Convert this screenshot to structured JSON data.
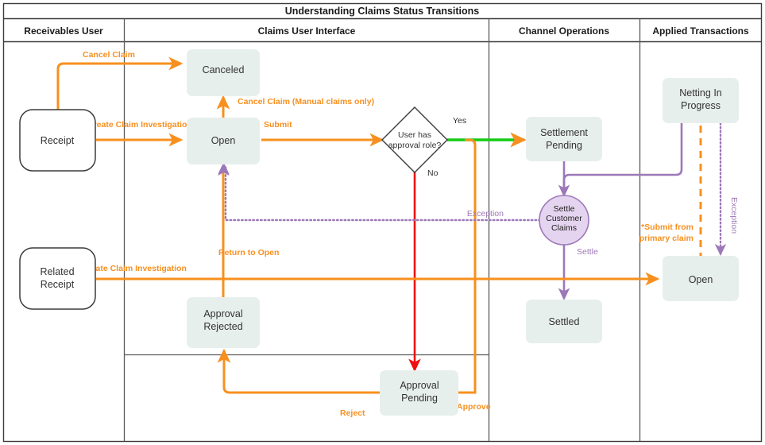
{
  "diagram": {
    "title": "Understanding Claims Status Transitions",
    "type": "swimlane-flowchart",
    "colors": {
      "node_fill": "#e7efed",
      "orange": "#f7901e",
      "green": "#14cc14",
      "red": "#ee1111",
      "purple": "#9d78b8",
      "circle_fill": "#e5d4ef",
      "border": "#3b3b3b"
    }
  },
  "lanes": [
    {
      "id": "receivables-user",
      "label": "Receivables User"
    },
    {
      "id": "claims-user-interface",
      "label": "Claims User Interface"
    },
    {
      "id": "channel-operations",
      "label": "Channel Operations"
    },
    {
      "id": "applied-transactions",
      "label": "Applied Transactions"
    }
  ],
  "nodes": [
    {
      "id": "receipt",
      "label": "Receipt",
      "shape": "terminator",
      "lane": "receivables-user"
    },
    {
      "id": "related-receipt",
      "label": "Related\nReceipt",
      "line1": "Related",
      "line2": "Receipt",
      "shape": "terminator",
      "lane": "receivables-user"
    },
    {
      "id": "canceled",
      "label": "Canceled",
      "shape": "rounded-box",
      "lane": "claims-user-interface"
    },
    {
      "id": "open-claims",
      "label": "Open",
      "shape": "rounded-box",
      "lane": "claims-user-interface"
    },
    {
      "id": "approval-rejected",
      "label": "Approval Rejected",
      "line1": "Approval",
      "line2": "Rejected",
      "shape": "rounded-box",
      "lane": "claims-user-interface"
    },
    {
      "id": "approval-pending",
      "label": "Approval Pending",
      "line1": "Approval",
      "line2": "Pending",
      "shape": "rounded-box",
      "lane": "claims-user-interface"
    },
    {
      "id": "user-has-approval-role",
      "label": "User has approval role?",
      "line1": "User has",
      "line2": "approval role?",
      "shape": "decision",
      "lane": "claims-user-interface"
    },
    {
      "id": "settlement-pending",
      "label": "Settlement Pending",
      "line1": "Settlement",
      "line2": "Pending",
      "shape": "rounded-box",
      "lane": "channel-operations"
    },
    {
      "id": "settle-customer-claims",
      "label": "Settle Customer Claims",
      "line1": "Settle",
      "line2": "Customer",
      "line3": "Claims",
      "shape": "circle",
      "lane": "channel-operations"
    },
    {
      "id": "settled",
      "label": "Settled",
      "shape": "rounded-box",
      "lane": "channel-operations"
    },
    {
      "id": "netting-in-progress",
      "label": "Netting In Progress",
      "line1": "Netting In",
      "line2": "Progress",
      "shape": "rounded-box",
      "lane": "applied-transactions"
    },
    {
      "id": "open-applied",
      "label": "Open",
      "shape": "rounded-box",
      "lane": "applied-transactions"
    }
  ],
  "edges": [
    {
      "id": "receipt-to-canceled",
      "label": "Cancel Claim",
      "from": "receipt",
      "to": "canceled",
      "color": "#f7901e",
      "style": "solid"
    },
    {
      "id": "receipt-to-open",
      "label": "Create Claim Investigation",
      "from": "receipt",
      "to": "open-claims",
      "color": "#f7901e",
      "style": "solid"
    },
    {
      "id": "open-to-canceled",
      "label": "Cancel Claim (Manual claims only)",
      "from": "open-claims",
      "to": "canceled",
      "color": "#f7901e",
      "style": "solid"
    },
    {
      "id": "open-to-decision",
      "label": "Submit",
      "from": "open-claims",
      "to": "user-has-approval-role",
      "color": "#f7901e",
      "style": "solid"
    },
    {
      "id": "decision-yes",
      "label": "Yes",
      "from": "user-has-approval-role",
      "to": "settlement-pending",
      "color": "#14cc14",
      "style": "solid"
    },
    {
      "id": "decision-no",
      "label": "No",
      "from": "user-has-approval-role",
      "to": "approval-pending",
      "color": "#ee1111",
      "style": "solid"
    },
    {
      "id": "approval-pending-approve",
      "label": "Approve",
      "from": "approval-pending",
      "to": "settlement-pending",
      "color": "#f7901e",
      "style": "solid"
    },
    {
      "id": "approval-pending-reject",
      "label": "Reject",
      "from": "approval-pending",
      "to": "approval-rejected",
      "color": "#f7901e",
      "style": "solid"
    },
    {
      "id": "approval-rejected-return",
      "label": "Return to Open",
      "from": "approval-rejected",
      "to": "open-claims",
      "color": "#f7901e",
      "style": "solid"
    },
    {
      "id": "settle-exception",
      "label": "Exception",
      "from": "settle-customer-claims",
      "to": "open-claims",
      "color": "#9d78b8",
      "style": "dotted"
    },
    {
      "id": "settle-to-settled",
      "label": "Settle",
      "from": "settle-customer-claims",
      "to": "settled",
      "color": "#9d78b8",
      "style": "solid"
    },
    {
      "id": "related-receipt-to-open",
      "label": "Create Claim Investigation",
      "from": "related-receipt",
      "to": "open-applied",
      "color": "#f7901e",
      "style": "solid"
    },
    {
      "id": "open-applied-submit",
      "label": "*Submit from primary claim",
      "line1": "*Submit from",
      "line2": "primary claim",
      "from": "open-applied",
      "to": "netting-in-progress",
      "color": "#f7901e",
      "style": "dashed"
    },
    {
      "id": "netting-exception",
      "label": "Exception",
      "from": "netting-in-progress",
      "to": "open-applied",
      "color": "#9d78b8",
      "style": "dotted"
    },
    {
      "id": "netting-to-settle",
      "label": "",
      "from": "netting-in-progress",
      "to": "settle-customer-claims",
      "color": "#9d78b8",
      "style": "solid"
    }
  ]
}
